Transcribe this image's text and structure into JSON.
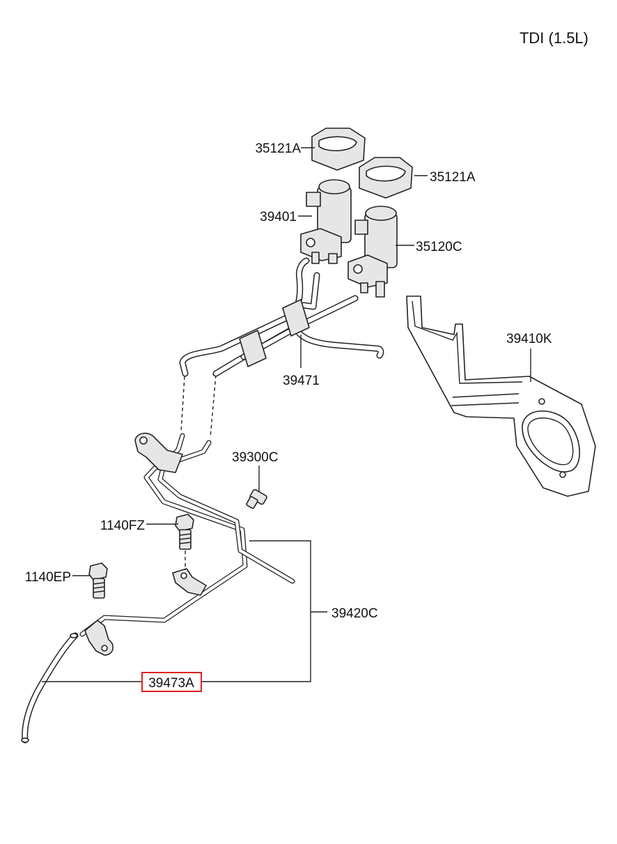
{
  "title": "TDI (1.5L)",
  "labels": {
    "p35121a_top": "35121A",
    "p35121a_right": "35121A",
    "p39401": "39401",
    "p35120c": "35120C",
    "p39410k": "39410K",
    "p39471": "39471",
    "p39300c": "39300C",
    "p1140fz": "1140FZ",
    "p1140ep": "1140EP",
    "p39420c": "39420C",
    "p39473a": "39473A"
  },
  "highlight": {
    "part": "39473A",
    "color": "#e02020"
  }
}
